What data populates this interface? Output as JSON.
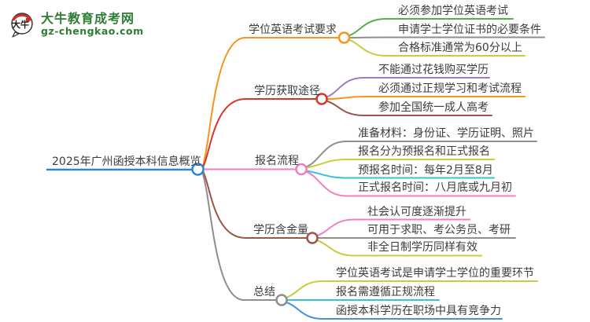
{
  "site": {
    "logo_text": "大牛",
    "brand_name": "大牛教育成考网",
    "brand_domain": "gz-chengkao.com",
    "brand_color": "#2e7d32",
    "seal_color": "#c4332b"
  },
  "colors": {
    "root_blue": "#2a86dd",
    "orange": "#f7941e",
    "red": "#d8352b",
    "pink": "#ef7fc1",
    "brown": "#9c5547",
    "gray": "#8e8e8e",
    "green": "#55b048",
    "yellow_green": "#c9cc3d",
    "purple": "#9b7cc9",
    "cyan": "#36c3da",
    "blue": "#4a90d5"
  },
  "mindmap": {
    "root": {
      "label": "2025年广州函授本科信息概览",
      "color": "#2a86dd"
    },
    "branches": [
      {
        "label": "学位英语考试要求",
        "color": "#f7941e",
        "children": [
          {
            "label": "必须参加学位英语考试",
            "color": "#55b048"
          },
          {
            "label": "申请学士学位证书的必要条件",
            "color": "#8e8e8e"
          },
          {
            "label": "合格标准通常为60分以上",
            "color": "#c9cc3d"
          }
        ]
      },
      {
        "label": "学历获取途径",
        "color": "#d8352b",
        "children": [
          {
            "label": "不能通过花钱购买学历",
            "color": "#9b7cc9"
          },
          {
            "label": "必须通过正规学习和考试流程",
            "color": "#f7941e"
          },
          {
            "label": "参加全国统一成人高考",
            "color": "#9c5547"
          }
        ]
      },
      {
        "label": "报名流程",
        "color": "#ef7fc1",
        "children": [
          {
            "label": "准备材料：身份证、学历证明、照片",
            "color": "#8e8e8e"
          },
          {
            "label": "报名分为预报名和正式报名",
            "color": "#c9cc3d"
          },
          {
            "label": "预报名时间：每年2月至8月",
            "color": "#36c3da"
          },
          {
            "label": "正式报名时间：八月底或九月初",
            "color": "#ef7fc1"
          }
        ]
      },
      {
        "label": "学历含金量",
        "color": "#9c5547",
        "children": [
          {
            "label": "社会认可度逐渐提升",
            "color": "#ef7fc1"
          },
          {
            "label": "可用于求职、考公务员、考研",
            "color": "#8e8e8e"
          },
          {
            "label": "非全日制学历同样有效",
            "color": "#c9cc3d"
          }
        ]
      },
      {
        "label": "总结",
        "color": "#8e8e8e",
        "children": [
          {
            "label": "学位英语考试是申请学士学位的重要环节",
            "color": "#c9cc3d"
          },
          {
            "label": "报名需遵循正规流程",
            "color": "#36c3da"
          },
          {
            "label": "函授本科学历在职场中具有竞争力",
            "color": "#4a90d5"
          }
        ]
      }
    ]
  }
}
